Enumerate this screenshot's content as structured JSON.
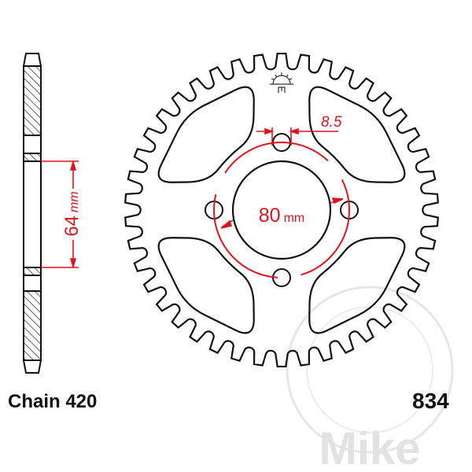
{
  "chain_label": "Chain 420",
  "part_number": "834",
  "dimensions": {
    "bolt_circle": "80",
    "bolt_circle_unit": "mm",
    "bolt_hole": "8.5",
    "center_bore": "64",
    "center_bore_unit": "mm"
  },
  "watermark": "Mike",
  "colors": {
    "outline": "#111111",
    "dimension": "#e0141e",
    "watermark": "#e4e4e4"
  },
  "sprocket": {
    "teeth_drawn": 42,
    "bolt_holes": 4,
    "cutouts": 4
  }
}
